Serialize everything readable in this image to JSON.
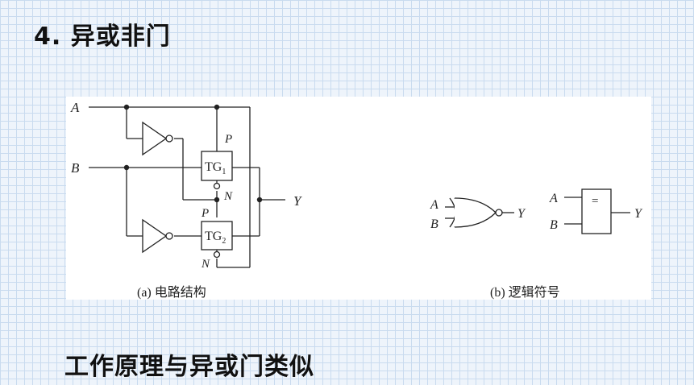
{
  "heading": "4. 异或非门",
  "subtitle": "工作原理与异或门类似",
  "circuit": {
    "input_a": "A",
    "input_b": "B",
    "output": "Y",
    "tg1": "TG",
    "tg1_sub": "1",
    "tg2": "TG",
    "tg2_sub": "2",
    "p_label": "P",
    "n_label": "N",
    "caption": "(a) 电路结构"
  },
  "symbol": {
    "a": "A",
    "b": "B",
    "y": "Y",
    "gate_text": "=",
    "caption": "(b) 逻辑符号"
  }
}
